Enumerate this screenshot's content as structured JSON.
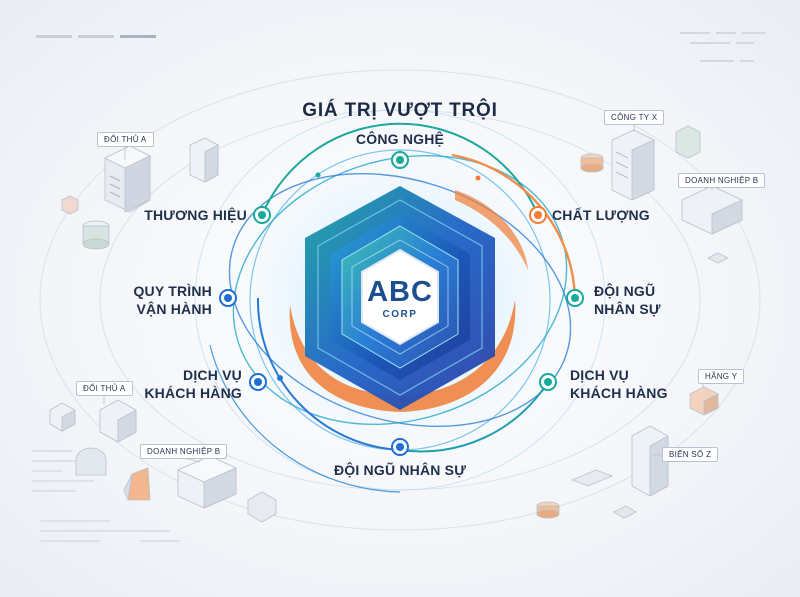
{
  "title": "GIÁ TRỊ VƯỢT TRỘI",
  "logo": {
    "main": "ABC",
    "sub": "CORP"
  },
  "nodes": {
    "top": "CÔNG NGHỆ",
    "upper_left": "THƯƠNG HIỆU",
    "upper_right": "CHẤT LƯỢNG",
    "mid_left": [
      "QUY TRÌNH",
      "VẬN HÀNH"
    ],
    "mid_right": [
      "ĐỘI NGŨ",
      "NHÂN SỰ"
    ],
    "lower_left": [
      "DỊCH VỤ",
      "KHÁCH HÀNG"
    ],
    "lower_right": [
      "DỊCH VỤ",
      "KHÁCH HÀNG"
    ],
    "bottom": "ĐỘI NGŨ NHÂN SỰ"
  },
  "tags": {
    "doi_thu_a_top": "ĐỐI THỦ A",
    "cong_ty_x": "CÔNG TY X",
    "doanh_nghiep_b_right": "DOANH NGHIỆP B",
    "doi_thu_a_bottom": "ĐỐI THỦ A",
    "doanh_nghiep_b_bottom": "DOANH NGHIỆP B",
    "hang_y": "HÃNG Y",
    "bien_so_z": "BIẾN SỐ Z"
  },
  "colors": {
    "teal": "#17a99a",
    "orange": "#f07c35",
    "blue": "#1e6fd1",
    "navy": "#1d4f8f",
    "text": "#1f2f4a"
  }
}
